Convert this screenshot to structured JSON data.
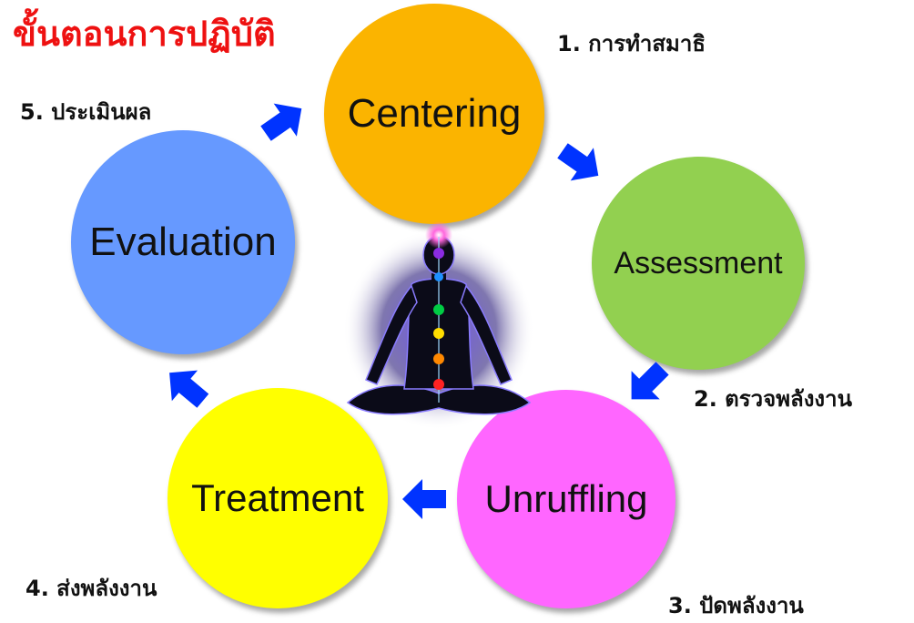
{
  "title": "ขั้นตอนการปฏิบัติ",
  "steps": [
    {
      "name": "Centering",
      "label": "1. การทำสมาธิ",
      "color": "#fbb400"
    },
    {
      "name": "Assessment",
      "label": "2. ตรวจพลังงาน",
      "color": "#92d050"
    },
    {
      "name": "Unruffling",
      "label": "3. ปัดพลังงาน",
      "color": "#ff66ff"
    },
    {
      "name": "Treatment",
      "label": "4. ส่งพลังงาน",
      "color": "#ffff00"
    },
    {
      "name": "Evaluation",
      "label": "5. ประเมินผล",
      "color": "#6699ff"
    }
  ],
  "arrow_color": "#0033ff"
}
